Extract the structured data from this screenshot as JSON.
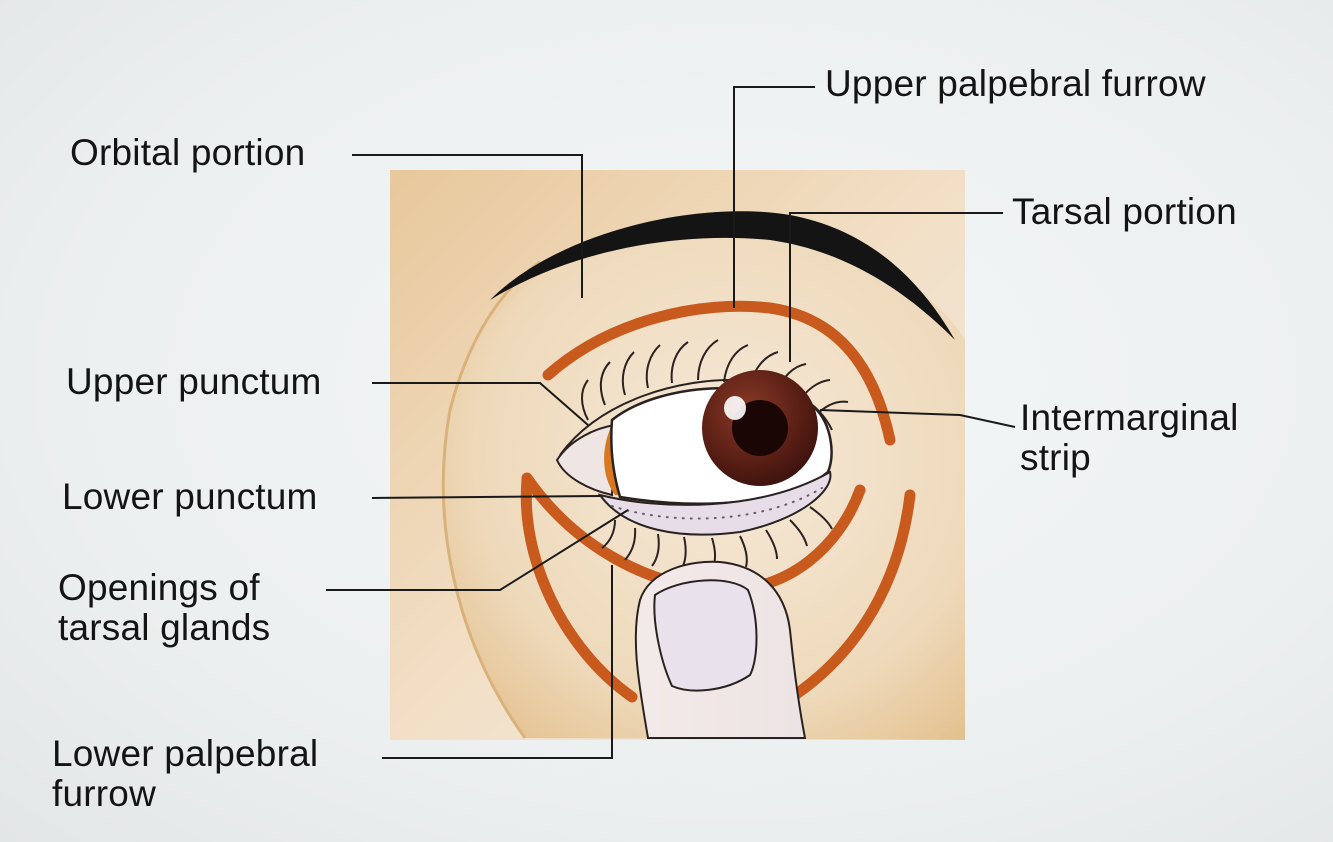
{
  "labels": {
    "orbital_portion": "Orbital portion",
    "upper_palpebral_furrow": "Upper palpebral furrow",
    "tarsal_portion": "Tarsal portion",
    "upper_punctum": "Upper punctum",
    "intermarginal_strip": [
      "Intermarginal",
      "strip"
    ],
    "lower_punctum": "Lower punctum",
    "openings_of_tarsal_glands": [
      "Openings of",
      "tarsal glands"
    ],
    "lower_palpebral_furrow": [
      "Lower palpebral",
      "furrow"
    ]
  },
  "colors": {
    "skin_light": "#f3e8d8",
    "skin_tan": "#e7c99d",
    "furrow_orange": "#c95a1d",
    "eyebrow": "#141414",
    "iris": "#5a1e14",
    "conjunctiva": "#e6dde8",
    "leader_line": "#1a1a1a"
  }
}
